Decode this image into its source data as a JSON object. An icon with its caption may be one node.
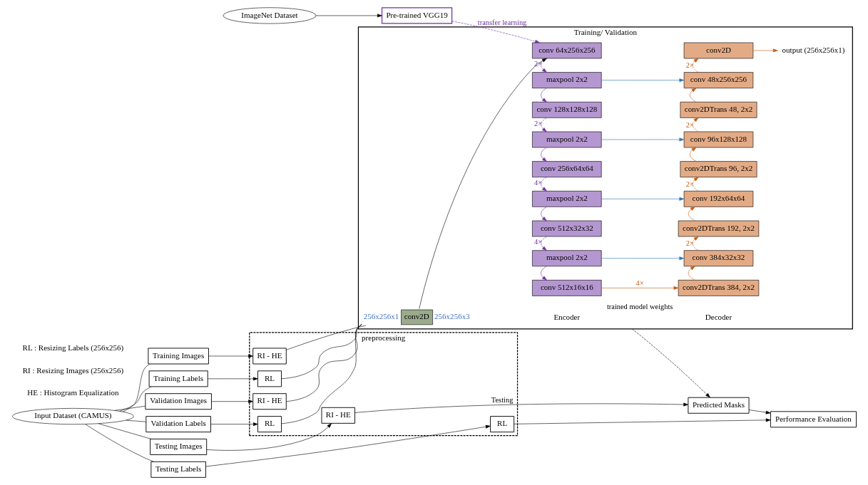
{
  "diagram": {
    "nodes": [
      {
        "text": [
          "ImageNet Dataset"
        ]
      },
      {
        "text": [
          "Pre-trained VGG19"
        ]
      },
      {
        "text": [
          "Input Dataset (CAMUS)"
        ]
      },
      {
        "text": [
          "Training Images"
        ]
      },
      {
        "text": [
          "Training Labels"
        ]
      },
      {
        "text": [
          "Validation Images"
        ]
      },
      {
        "text": [
          "Validation Labels"
        ]
      },
      {
        "text": [
          "Testing Images"
        ]
      },
      {
        "text": [
          "Testing Labels"
        ]
      },
      {
        "text": [
          "preprocessing"
        ]
      },
      {
        "text": [
          "RI - HE"
        ],
        "in": 9
      },
      {
        "text": [
          "RL"
        ],
        "in": 9
      },
      {
        "text": [
          "RI - HE"
        ],
        "in": 9
      },
      {
        "text": [
          "RL"
        ],
        "in": 9
      },
      {
        "text": [
          "RI - HE"
        ],
        "in": 9
      },
      {
        "text": [
          "RL"
        ],
        "in": 9
      },
      {
        "text": [
          "Training/ Validation"
        ]
      },
      {
        "text": [
          "conv2D"
        ],
        "in": 16,
        "beside": [
          "256x256x1",
          "256x256x3"
        ]
      },
      {
        "text": [
          "conv 64x256x256"
        ],
        "in": 16
      },
      {
        "text": [
          "maxpool 2x2"
        ],
        "in": 16
      },
      {
        "text": [
          "conv 128x128x128"
        ],
        "in": 16
      },
      {
        "text": [
          "maxpool 2x2"
        ],
        "in": 16
      },
      {
        "text": [
          "conv 256x64x64"
        ],
        "in": 16
      },
      {
        "text": [
          "maxpool 2x2"
        ],
        "in": 16
      },
      {
        "text": [
          "conv 512x32x32"
        ],
        "in": 16
      },
      {
        "text": [
          "maxpool 2x2"
        ],
        "in": 16
      },
      {
        "text": [
          "conv 512x16x16"
        ],
        "in": 16
      },
      {
        "text": [
          "conv2D"
        ],
        "in": 16
      },
      {
        "text": [
          "conv 48x256x256"
        ],
        "in": 16
      },
      {
        "text": [
          "conv2DTrans 48, 2x2"
        ],
        "in": 16
      },
      {
        "text": [
          "conv 96x128x128"
        ],
        "in": 16
      },
      {
        "text": [
          "conv2DTrans 96, 2x2"
        ],
        "in": 16
      },
      {
        "text": [
          "conv 192x64x64"
        ],
        "in": 16
      },
      {
        "text": [
          "conv2DTrans 192, 2x2"
        ],
        "in": 16
      },
      {
        "text": [
          "conv 384x32x32"
        ],
        "in": 16
      },
      {
        "text": [
          "conv2DTrans 384, 2x2"
        ],
        "in": 16
      },
      {
        "text": [
          "Predicted Masks"
        ]
      },
      {
        "text": [
          "Performance Evaluation"
        ]
      },
      {
        "text": [
          "output (256x256x1)"
        ],
        "in": 16
      }
    ],
    "edges": [
      {
        "from": 0,
        "to": 1,
        "arrow": "to"
      },
      {
        "from": 1,
        "to": 18,
        "arrow": "to",
        "label": "transfer learning",
        "style": "dashed",
        "color": "#7030a0"
      },
      {
        "from": 2,
        "to": 3,
        "arrow": "none"
      },
      {
        "from": 2,
        "to": 4,
        "arrow": "none"
      },
      {
        "from": 2,
        "to": 5,
        "arrow": "none"
      },
      {
        "from": 2,
        "to": 6,
        "arrow": "none"
      },
      {
        "from": 2,
        "to": 7,
        "arrow": "none"
      },
      {
        "from": 2,
        "to": 8,
        "arrow": "none"
      },
      {
        "from": 3,
        "to": 10,
        "arrow": "to"
      },
      {
        "from": 4,
        "to": 11,
        "arrow": "to"
      },
      {
        "from": 5,
        "to": 12,
        "arrow": "to"
      },
      {
        "from": 6,
        "to": 13,
        "arrow": "to"
      },
      {
        "from": 7,
        "to": 14,
        "arrow": "to"
      },
      {
        "from": 8,
        "to": 15,
        "arrow": "to"
      },
      {
        "from": 10,
        "to": 17,
        "arrow": "none"
      },
      {
        "from": 11,
        "to": 17,
        "arrow": "none"
      },
      {
        "from": 12,
        "to": 17,
        "arrow": "none"
      },
      {
        "from": 13,
        "to": 17,
        "arrow": "none"
      },
      {
        "from": 17,
        "to": 18,
        "arrow": "to"
      },
      {
        "from": 18,
        "to": 19,
        "arrow": "to",
        "label": "2×",
        "style": "dashed",
        "color": "#7030a0"
      },
      {
        "from": 19,
        "to": 20,
        "arrow": "to",
        "color": "#7030a0"
      },
      {
        "from": 20,
        "to": 21,
        "arrow": "to",
        "label": "2×",
        "style": "dashed",
        "color": "#7030a0"
      },
      {
        "from": 21,
        "to": 22,
        "arrow": "to",
        "color": "#7030a0"
      },
      {
        "from": 22,
        "to": 23,
        "arrow": "to",
        "label": "4×",
        "style": "dashed",
        "color": "#7030a0"
      },
      {
        "from": 23,
        "to": 24,
        "arrow": "to",
        "color": "#7030a0"
      },
      {
        "from": 24,
        "to": 25,
        "arrow": "to",
        "label": "4×",
        "style": "dashed",
        "color": "#7030a0"
      },
      {
        "from": 25,
        "to": 26,
        "arrow": "to",
        "color": "#7030a0"
      },
      {
        "from": 26,
        "to": 35,
        "arrow": "to",
        "label": "4×",
        "color": "#c55a11"
      },
      {
        "from": 35,
        "to": 34,
        "arrow": "to",
        "color": "#c55a11"
      },
      {
        "from": 34,
        "to": 33,
        "arrow": "to",
        "label": "2×",
        "style": "dashed",
        "color": "#c55a11"
      },
      {
        "from": 33,
        "to": 32,
        "arrow": "to",
        "color": "#c55a11"
      },
      {
        "from": 32,
        "to": 31,
        "arrow": "to",
        "label": "2×",
        "style": "dashed",
        "color": "#c55a11"
      },
      {
        "from": 31,
        "to": 30,
        "arrow": "to",
        "color": "#c55a11"
      },
      {
        "from": 30,
        "to": 29,
        "arrow": "to",
        "label": "2×",
        "style": "dashed",
        "color": "#c55a11"
      },
      {
        "from": 29,
        "to": 28,
        "arrow": "to",
        "color": "#c55a11"
      },
      {
        "from": 28,
        "to": 27,
        "arrow": "to",
        "label": "2×",
        "style": "dashed",
        "color": "#c55a11"
      },
      {
        "from": 27,
        "to": 38,
        "arrow": "to",
        "color": "#c55a11"
      },
      {
        "from": 19,
        "to": 28,
        "arrow": "to",
        "color": "#2e75b6"
      },
      {
        "from": 21,
        "to": 30,
        "arrow": "to",
        "color": "#2e75b6"
      },
      {
        "from": 23,
        "to": 32,
        "arrow": "to",
        "color": "#2e75b6"
      },
      {
        "from": 25,
        "to": 34,
        "arrow": "to",
        "color": "#2e75b6"
      },
      {
        "from": 16,
        "to": 36,
        "arrow": "to",
        "label": "trained model weights",
        "style": "dashed"
      },
      {
        "from": 14,
        "to": 36,
        "arrow": "to",
        "label": "Testing"
      },
      {
        "from": 15,
        "to": 37,
        "arrow": "to"
      },
      {
        "from": 36,
        "to": 37,
        "arrow": "to"
      }
    ],
    "labels": [
      "HE : Histogram Equalization",
      "RI : Resizing Images (256x256)",
      "RL : Resizing Labels (256x256)",
      "Encoder",
      "Decoder"
    ]
  }
}
